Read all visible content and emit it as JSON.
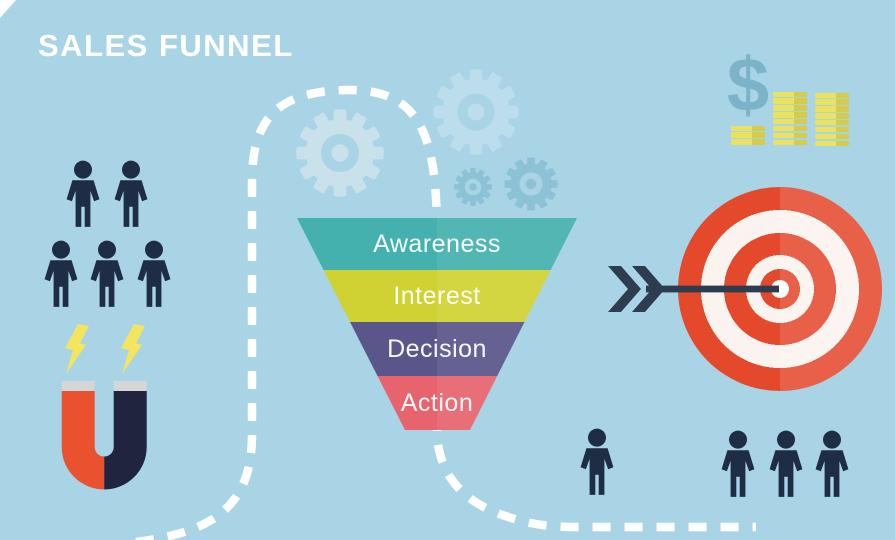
{
  "title": "SALES FUNNEL",
  "background_color": "#a8d4e5",
  "funnel": {
    "stages": [
      {
        "label": "Awareness",
        "color": "#45b1ae"
      },
      {
        "label": "Interest",
        "color": "#d0d233"
      },
      {
        "label": "Decision",
        "color": "#5a568a"
      },
      {
        "label": "Action",
        "color": "#e7646e"
      }
    ],
    "text_color": "#ffffff"
  },
  "flow_path": {
    "style": "dashed",
    "color": "#ffffff"
  },
  "audience": {
    "icon": "people-group",
    "color": "#1e2d43",
    "top_left_row_counts": [
      2,
      3
    ],
    "bottom_single_count": 1,
    "bottom_right_count": 3
  },
  "magnet": {
    "icon": "magnet",
    "left_color": "#e9512f",
    "right_color": "#20243f",
    "tip_color": "#d4d6d8",
    "bolt_icon": "lightning-bolt",
    "bolt_count": 2,
    "bolt_color": "#f3e55e"
  },
  "gears": {
    "icon": "gear",
    "count": 4,
    "light_color": "#c8e1eb",
    "mid_color": "#bcddeb",
    "dark_color": "#8dc1d5"
  },
  "target": {
    "icon": "bullseye-target",
    "red_color": "#e5492c",
    "ring_white_color": "#fbf3ef",
    "arrow_icon": "arrow",
    "arrow_color": "#2e3c50"
  },
  "money": {
    "icon": "money-stacks",
    "dollar_symbol": "$",
    "dollar_color": "#7cb3c9",
    "coin_color": "#ebe25f",
    "coin_shade_color": "#d7cc4a",
    "stack_coin_counts": [
      3,
      8,
      8
    ]
  }
}
